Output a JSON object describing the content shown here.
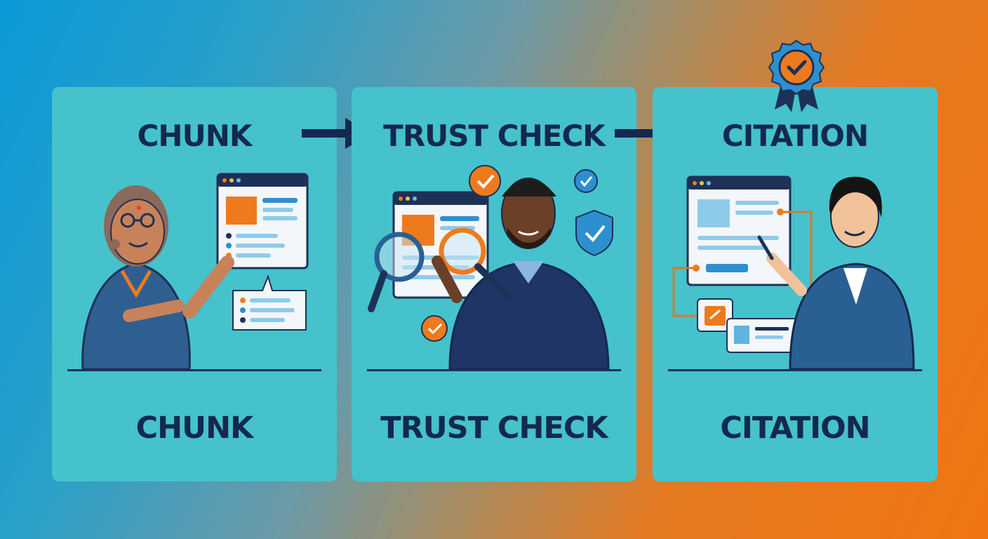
{
  "steps": [
    {
      "title": "CHUNK",
      "caption": "CHUNK",
      "icon": "document-chunks-icon"
    },
    {
      "title": "TRUST CHECK",
      "caption": "TRUST CHECK",
      "icon": "magnifier-verify-icon"
    },
    {
      "title": "CITATION",
      "caption": "CITATION",
      "icon": "link-citation-icon"
    }
  ],
  "colors": {
    "panel": "#45c2cb",
    "navy": "#13294f",
    "orange": "#ee7a1e",
    "blue": "#2e8fcf",
    "gradient_left": "#0a9ad8",
    "gradient_right": "#f07510"
  },
  "badge": {
    "icon": "award-ribbon-check-icon"
  }
}
